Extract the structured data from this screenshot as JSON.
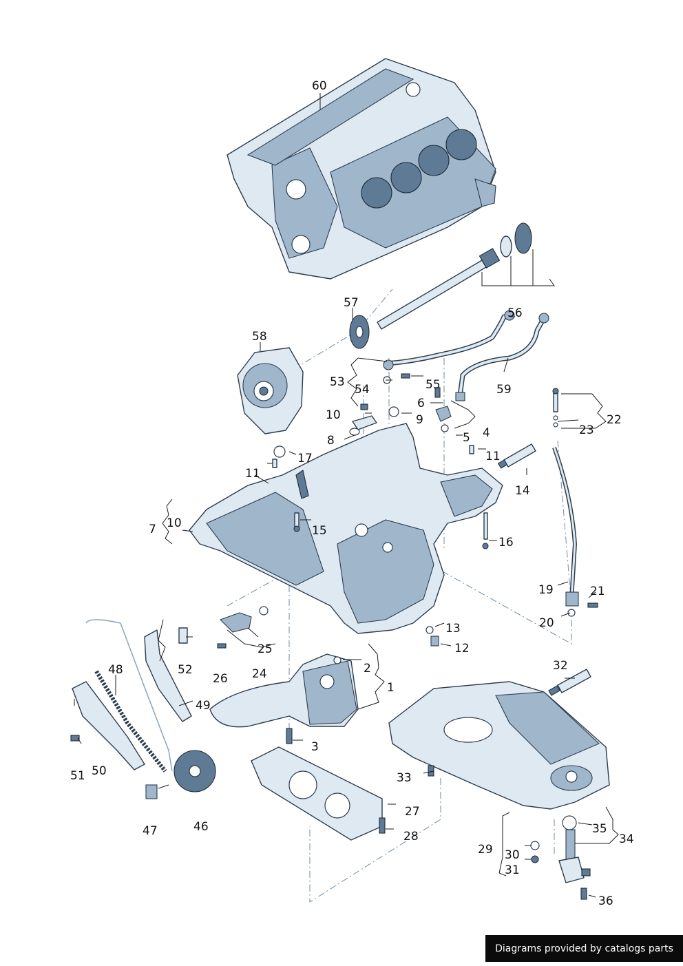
{
  "callouts": [
    "60",
    "57",
    "56",
    "58",
    "53",
    "54",
    "55",
    "59",
    "6",
    "10",
    "9",
    "8",
    "4",
    "5",
    "22",
    "23",
    "17",
    "11",
    "11",
    "14",
    "7",
    "10",
    "15",
    "16",
    "19",
    "21",
    "20",
    "13",
    "12",
    "25",
    "24",
    "26",
    "52",
    "48",
    "49",
    "2",
    "1",
    "51",
    "50",
    "3",
    "47",
    "46",
    "27",
    "28",
    "33",
    "32",
    "29",
    "30",
    "31",
    "34",
    "35",
    "36"
  ],
  "footer": "Diagrams provided by catalogs parts"
}
